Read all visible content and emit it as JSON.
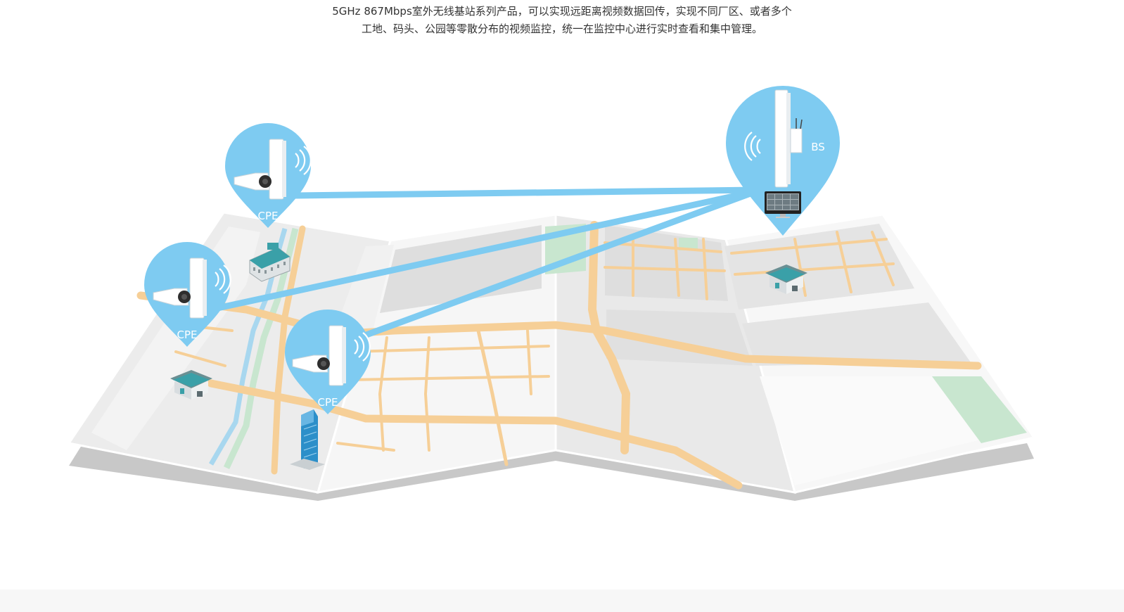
{
  "intro": {
    "line1": "5GHz 867Mbps室外无线基站系列产品，可以实现远距离视频数据回传，实现不同厂区、或者多个",
    "line2": "工地、码头、公园等零散分布的视频监控，统一在监控中心进行实时查看和集中管理。"
  },
  "pins": {
    "cpe1": {
      "label": "CPE"
    },
    "cpe2": {
      "label": "CPE"
    },
    "cpe3": {
      "label": "CPE"
    },
    "bs": {
      "label": "BS"
    }
  },
  "colors": {
    "pin": "#7ecbf1",
    "link": "#7ecbf1",
    "road": "#f6cf97",
    "park": "#c8e6cf",
    "map_gray": "#e6e6e6",
    "map_light": "#f4f4f4",
    "building": "#3aa0a8"
  }
}
